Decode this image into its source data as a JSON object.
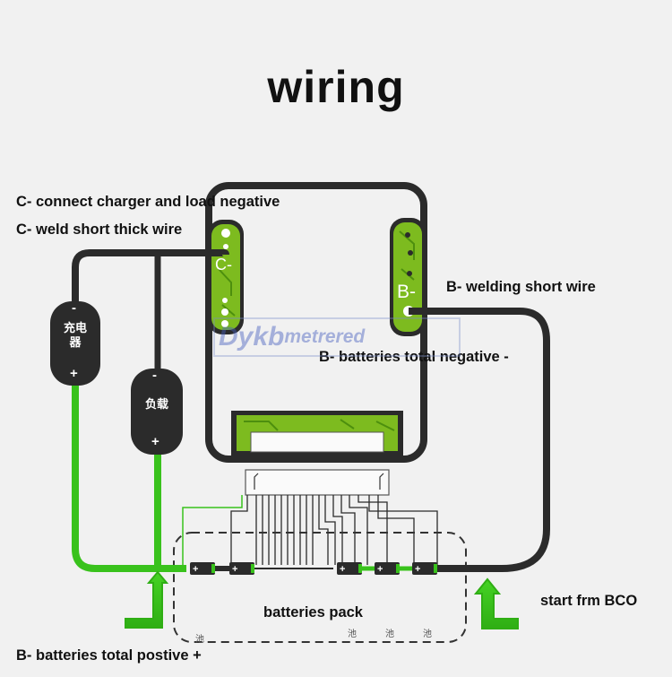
{
  "title": "wiring",
  "labels": {
    "c_connect": "C- connect charger and load negative",
    "c_weld": "C- weld short thick wire",
    "b_weld": "B- welding short wire",
    "b_total_negative": "B- batteries total negative -",
    "batteries_pack": "batteries pack",
    "start_from": "start frm BCO",
    "b_total_positive": "B- batteries total postive +"
  },
  "board": {
    "c_terminal": "C-",
    "b_terminal": "B-"
  },
  "charger": {
    "name": "充电器",
    "minus": "-",
    "plus": "+"
  },
  "load": {
    "name": "负载",
    "minus": "-",
    "plus": "+"
  },
  "watermark": {
    "brand": "Dykb",
    "suffix": "metrered"
  },
  "colors": {
    "wire_black": "#2b2b2b",
    "wire_green": "#39c21c",
    "pcb_green": "#7dbb1f"
  }
}
